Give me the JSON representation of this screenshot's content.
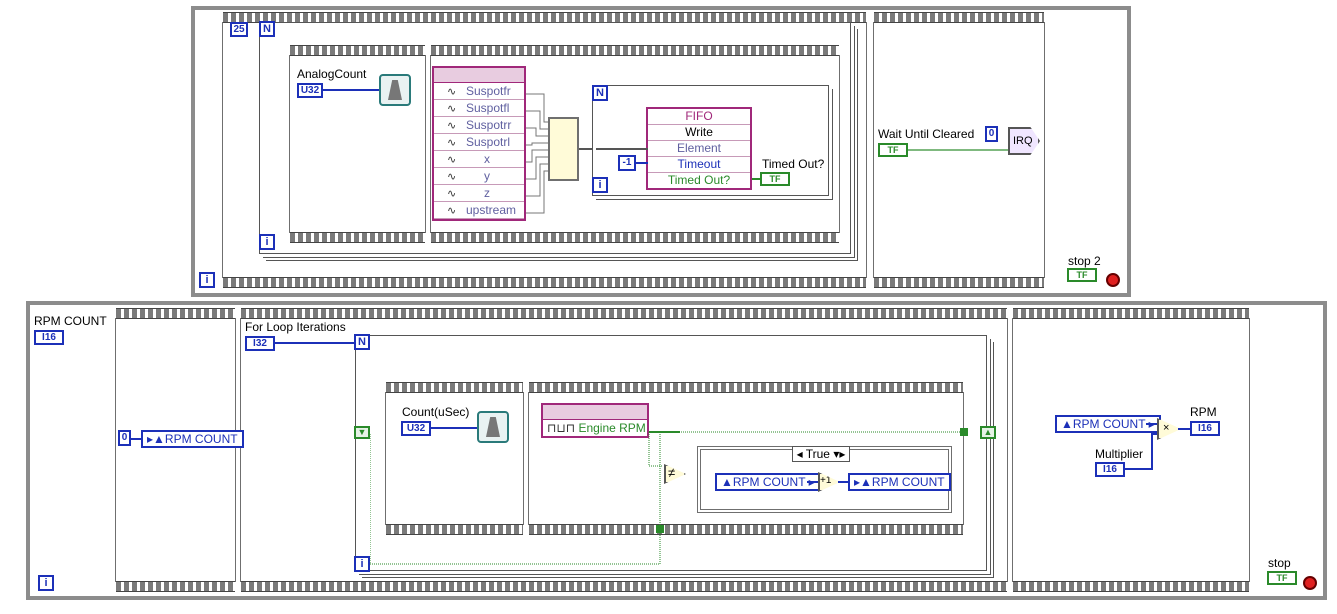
{
  "top": {
    "loop_count": "25",
    "n_label": "N",
    "i_label": "i",
    "inner_i_label": "i",
    "outer_i_label": "i",
    "analog_count_label": "AnalogCount",
    "analog_count_type": "U32",
    "channels": [
      "Suspotfr",
      "Suspotfl",
      "Suspotrr",
      "Suspotrl",
      "x",
      "y",
      "z",
      "upstream"
    ],
    "fifo": {
      "title": "FIFO",
      "write": "Write",
      "element": "Element",
      "timeout": "Timeout",
      "timed_out": "Timed Out?"
    },
    "timeout_const": "-1",
    "timed_out_label": "Timed Out?",
    "tf_label": "TF",
    "wait_label": "Wait Until Cleared",
    "irq_const": "0",
    "irq_label": "IRQ",
    "stop_label": "stop 2"
  },
  "bottom": {
    "rpm_count_label": "RPM COUNT",
    "rpm_count_type": "I16",
    "init_const": "0",
    "rpm_count_local": "RPM COUNT",
    "for_loop_label": "For Loop Iterations",
    "for_loop_type": "I32",
    "n_label": "N",
    "i_label": "i",
    "outer_i_label": "i",
    "count_usec_label": "Count(uSec)",
    "count_usec_type": "U32",
    "engine_rpm_label": "Engine RPM",
    "case_selector": "True",
    "case_rpm_in": "RPM COUNT",
    "case_rpm_out": "RPM COUNT",
    "increment": "+1",
    "not_equal": "≠",
    "rpm_count_read": "RPM COUNT",
    "multiplier_label": "Multiplier",
    "multiplier_type": "I16",
    "multiply": "×",
    "rpm_label": "RPM",
    "rpm_type": "I16",
    "stop_label": "stop",
    "tf_label": "TF"
  },
  "colors": {
    "wire_int": "#1c30b8",
    "wire_bool": "#2a8a2a",
    "wire_fifo": "#a0287a",
    "stop_button": "#e02020"
  }
}
